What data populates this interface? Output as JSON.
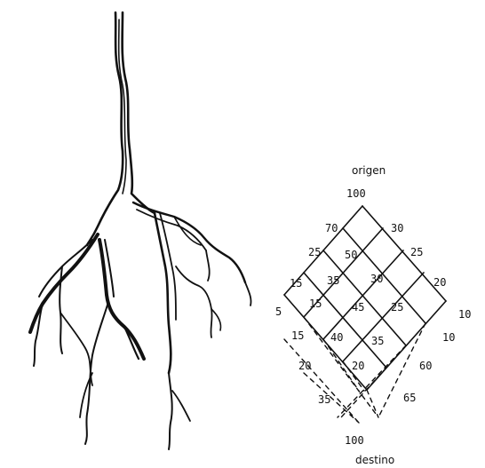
{
  "diagram": {
    "origin_label": "origen",
    "destination_label": "destino",
    "ink_color": "#111111",
    "lattice_numbers": {
      "top": "100",
      "bottom": "100",
      "row_70": "70",
      "row_30": "30",
      "n25a": "25",
      "n50": "50",
      "n25b": "25",
      "n15a": "15",
      "n35": "35",
      "n30": "30",
      "n20a": "20",
      "n5": "5",
      "n15b": "15",
      "n45": "45",
      "n25c": "25",
      "n10a": "10",
      "n15c": "15",
      "n40": "40",
      "n35b": "35",
      "n10b": "10",
      "n20b": "20",
      "n20c": "20",
      "n60": "60",
      "n35c": "35",
      "n65": "65"
    }
  }
}
